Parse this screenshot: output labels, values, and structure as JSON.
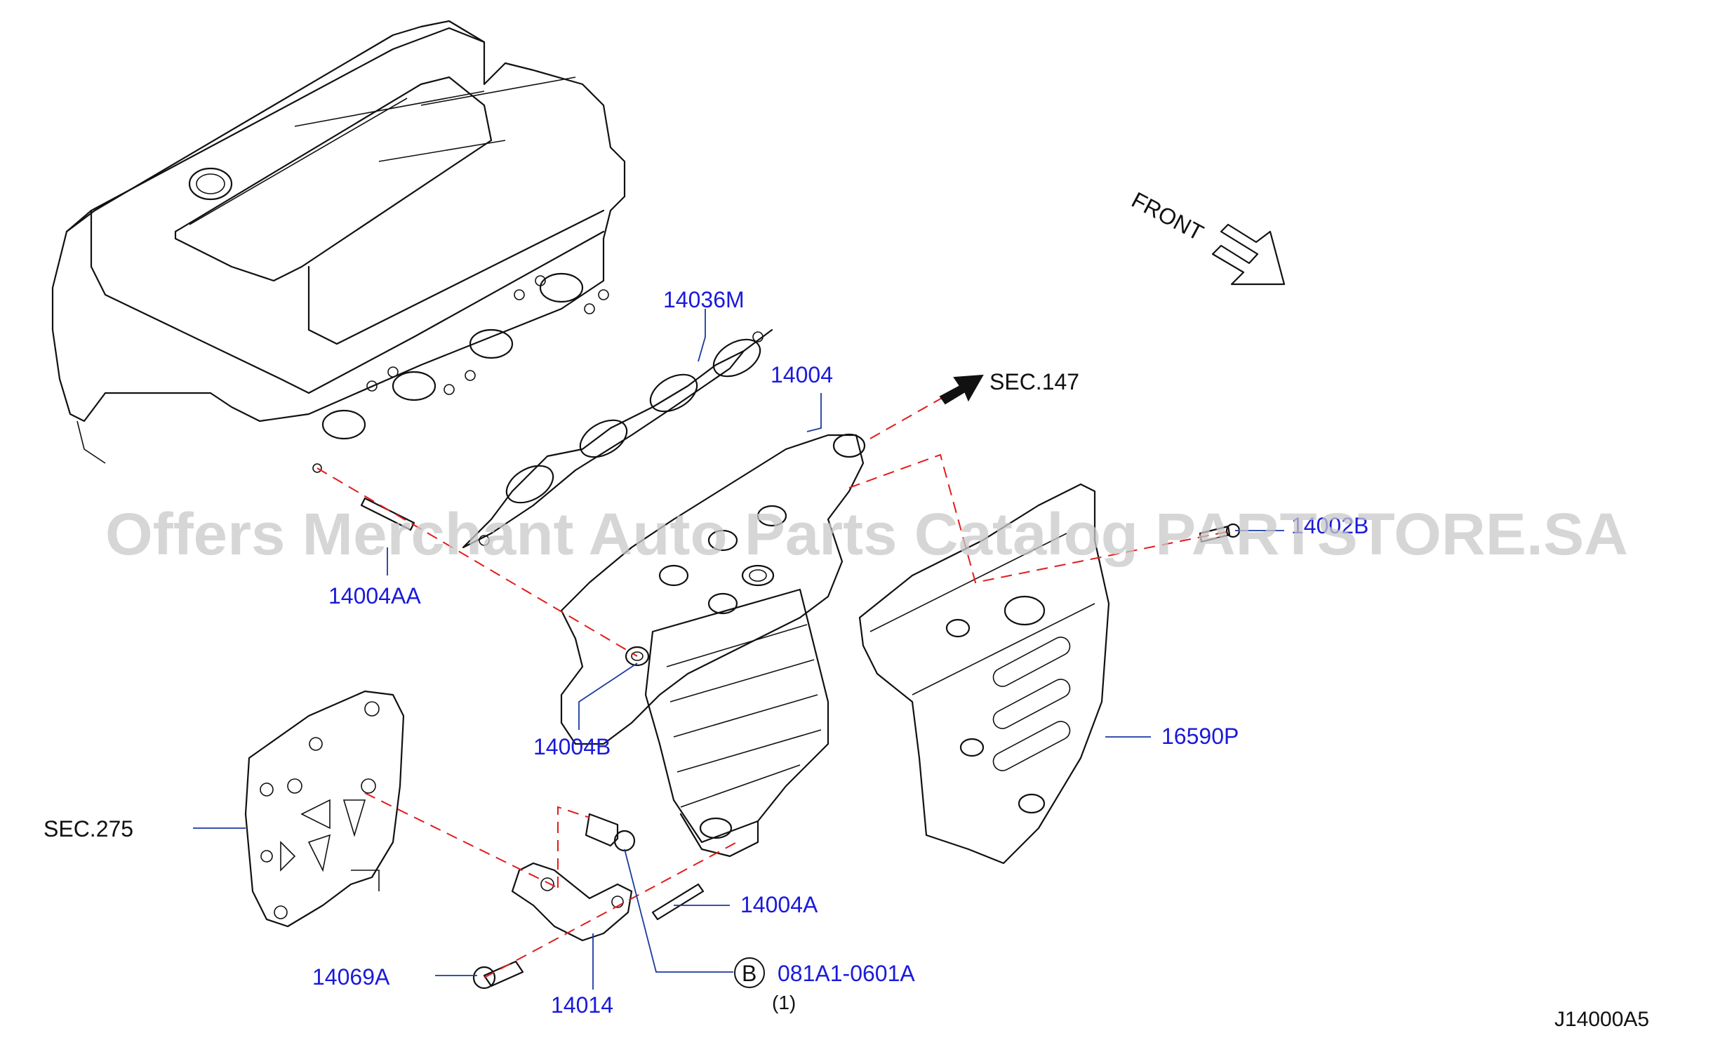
{
  "watermark": "Offers Merchant Auto Parts Catalog PARTSTORE.SA",
  "diagram_id": "J14000A5",
  "direction_label": "FRONT",
  "labels": {
    "p14036M": "14036M",
    "p14004": "14004",
    "sec147": "SEC.147",
    "p14004AA": "14004AA",
    "p14002B": "14002B",
    "p14004B": "14004B",
    "p16590P": "16590P",
    "sec275": "SEC.275",
    "p14004A": "14004A",
    "p14069A": "14069A",
    "p14014": "14014",
    "bolt_marker": "B",
    "bolt_code": "081A1-0601A",
    "bolt_qty": "(1)"
  },
  "colors": {
    "part_label": "#1a1adb",
    "reference_label": "#111111",
    "leader_line": "#1a3aa0",
    "alignment_dash": "#e21c1c",
    "watermark": "#c8c8c8"
  }
}
